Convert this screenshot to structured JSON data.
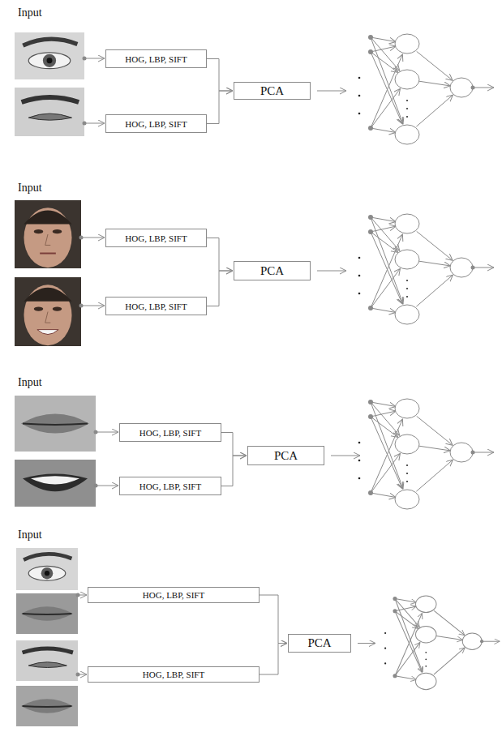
{
  "diagram": {
    "nodes": [
      {
        "text": [
          "HOG, LBP, SIFT"
        ]
      },
      {
        "text": [
          "HOG, LBP, SIFT"
        ]
      },
      {
        "text": [
          "PCA"
        ]
      },
      {
        "text": [
          "HOG, LBP, SIFT"
        ]
      },
      {
        "text": [
          "HOG, LBP, SIFT"
        ]
      },
      {
        "text": [
          "PCA"
        ]
      },
      {
        "text": [
          "HOG, LBP, SIFT"
        ]
      },
      {
        "text": [
          "HOG, LBP, SIFT"
        ]
      },
      {
        "text": [
          "PCA"
        ]
      },
      {
        "text": [
          "HOG, LBP, SIFT"
        ]
      },
      {
        "text": [
          "HOG, LBP, SIFT"
        ]
      },
      {
        "text": [
          "PCA"
        ]
      }
    ],
    "edges": [
      {
        "from": 0,
        "to": 2,
        "arrow": "to"
      },
      {
        "from": 1,
        "to": 2,
        "arrow": "to"
      },
      {
        "from": 3,
        "to": 5,
        "arrow": "to"
      },
      {
        "from": 4,
        "to": 5,
        "arrow": "to"
      },
      {
        "from": 6,
        "to": 8,
        "arrow": "to"
      },
      {
        "from": 7,
        "to": 8,
        "arrow": "to"
      },
      {
        "from": 9,
        "to": 11,
        "arrow": "to"
      },
      {
        "from": 10,
        "to": 11,
        "arrow": "to"
      }
    ],
    "labels": [
      "Input",
      "Input",
      "Input",
      "Input"
    ]
  }
}
